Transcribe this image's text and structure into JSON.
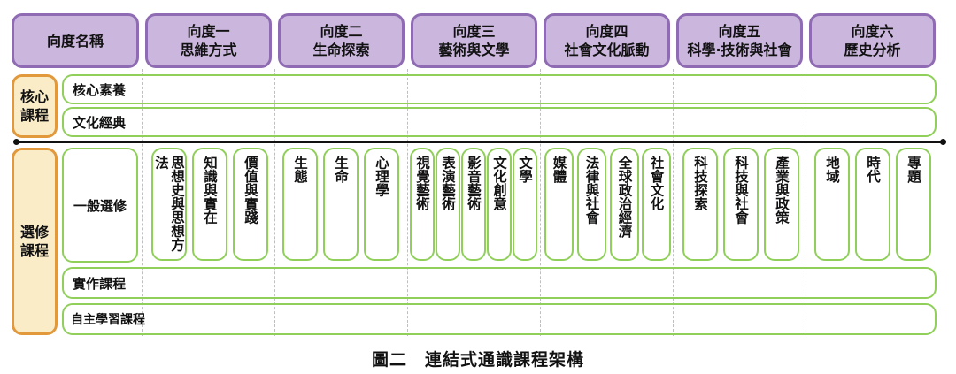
{
  "header": {
    "name_label": "向度名稱",
    "dimensions": [
      {
        "line1": "向度一",
        "line2": "思維方式"
      },
      {
        "line1": "向度二",
        "line2": "生命探索"
      },
      {
        "line1": "向度三",
        "line2": "藝術與文學"
      },
      {
        "line1": "向度四",
        "line2": "社會文化脈動"
      },
      {
        "line1": "向度五",
        "line2": "科學·技術與社會"
      },
      {
        "line1": "向度六",
        "line2": "歷史分析"
      }
    ]
  },
  "core": {
    "label_line1": "核心",
    "label_line2": "課程",
    "rows": [
      "核心素養",
      "文化經典"
    ]
  },
  "elective": {
    "label_line1": "選修",
    "label_line2": "課程",
    "general_label": "一般選修",
    "rows": [
      "實作課程",
      "自主學習課程"
    ],
    "courses": [
      [
        "思想史與思想方法",
        "知識與實在",
        "價值與實踐"
      ],
      [
        "生態",
        "生命",
        "心理學"
      ],
      [
        "視覺藝術",
        "表演藝術",
        "影音藝術",
        "文化創意",
        "文學"
      ],
      [
        "媒體",
        "法律與社會",
        "全球政治經濟",
        "社會文化"
      ],
      [
        "科技探索",
        "科技與社會",
        "產業與政策"
      ],
      [
        "地域",
        "時代",
        "專題"
      ]
    ]
  },
  "caption": "圖二　連結式通識課程架構",
  "colors": {
    "header_fill": "#cbb6dd",
    "header_border": "#8e6bb3",
    "group_fill": "#fbecc8",
    "group_border": "#e1993c",
    "course_border": "#8fcf5a"
  }
}
